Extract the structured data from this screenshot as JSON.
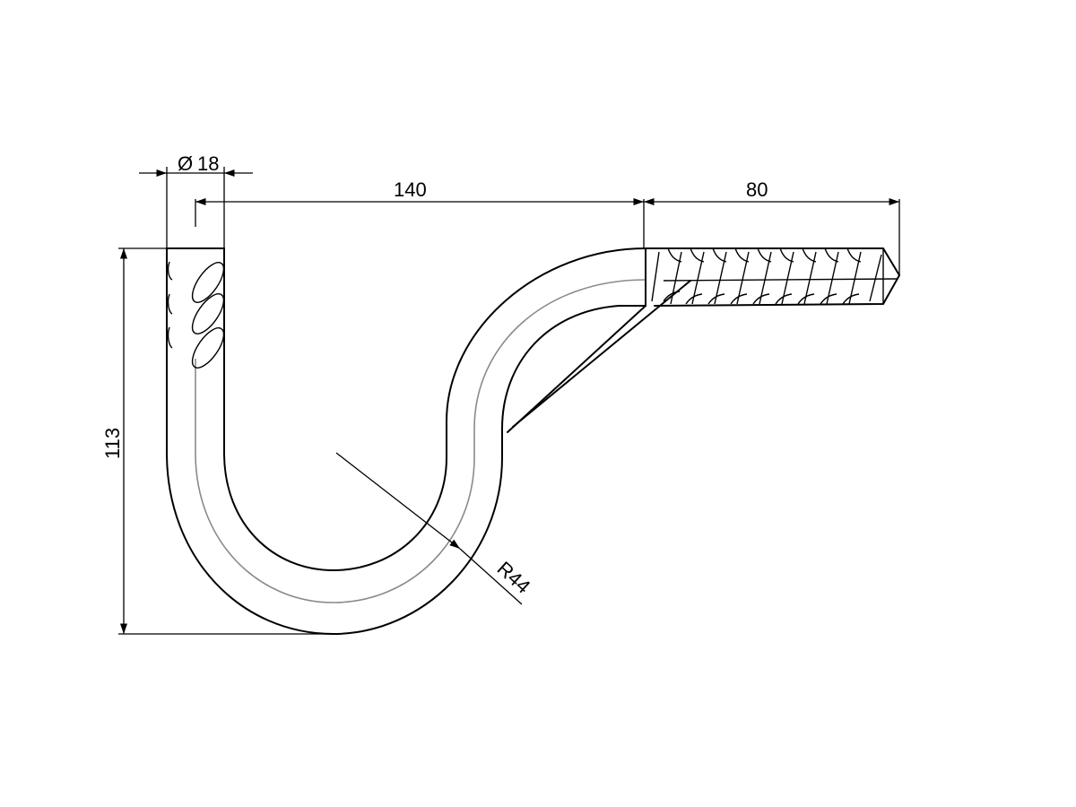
{
  "drawing": {
    "dimensions": {
      "diameter_symbol": "Ø",
      "diameter_value": "18",
      "length_hook": "140",
      "length_screw": "80",
      "height": "113",
      "radius": "R44"
    },
    "colors": {
      "line": "#000000",
      "centerline": "#8a8a8a",
      "background": "#ffffff"
    }
  }
}
